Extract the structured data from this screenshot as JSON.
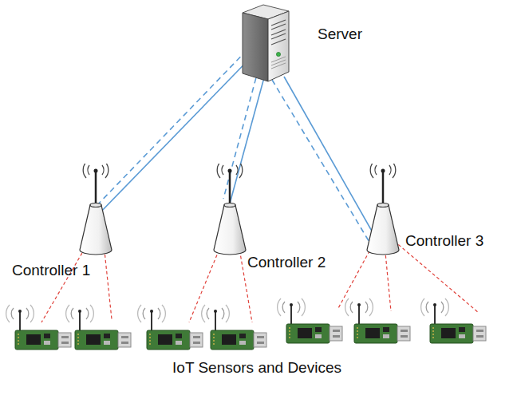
{
  "diagram": {
    "nodes": [
      {
        "text": [
          "Server"
        ]
      },
      {
        "text": [
          "Controller 1"
        ]
      },
      {
        "text": [
          "Controller 2"
        ]
      },
      {
        "text": [
          "Controller 3"
        ]
      }
    ],
    "edges": [
      {
        "from": 0,
        "to": 1,
        "arrow": "none"
      },
      {
        "from": 0,
        "to": 1,
        "arrow": "none"
      },
      {
        "from": 0,
        "to": 2,
        "arrow": "none"
      },
      {
        "from": 0,
        "to": 2,
        "arrow": "none"
      },
      {
        "from": 0,
        "to": 3,
        "arrow": "none"
      },
      {
        "from": 0,
        "to": 3,
        "arrow": "none"
      }
    ],
    "labels": [
      "IoT Sensors and Devices"
    ]
  }
}
